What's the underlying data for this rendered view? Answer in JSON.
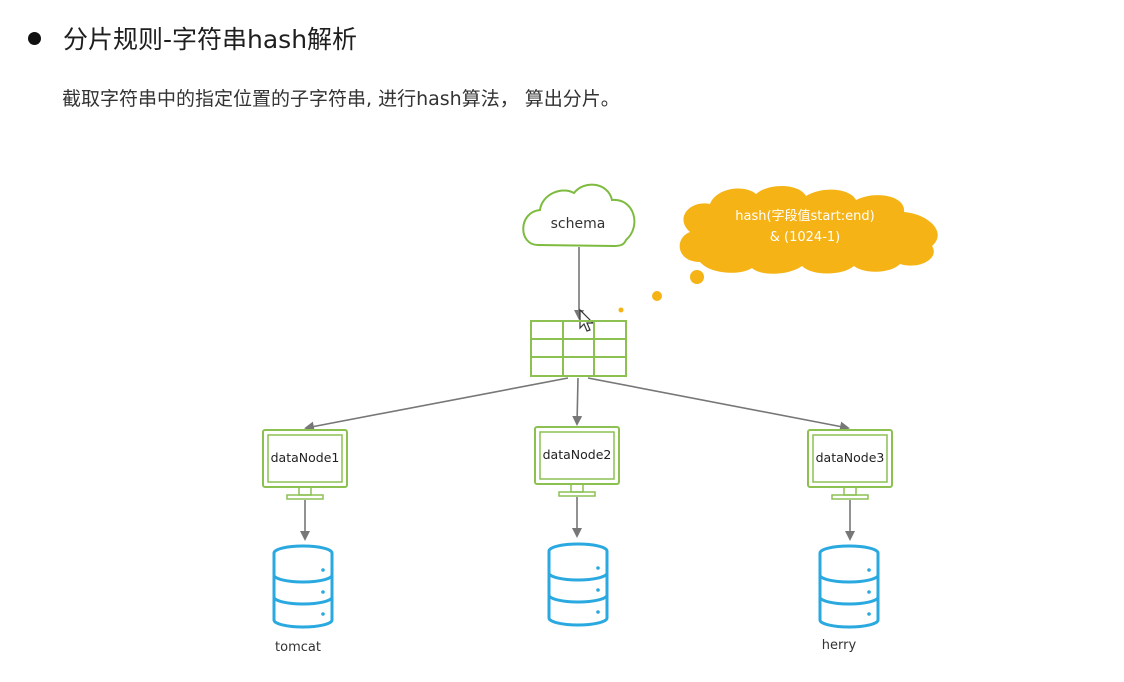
{
  "heading": "分片规则-字符串hash解析",
  "subheading": "截取字符串中的指定位置的子字符串, 进行hash算法， 算出分片。",
  "diagram": {
    "cloud_label": "schema",
    "thought_line1": "hash(字段值start:end)",
    "thought_line2": "& (1024-1)",
    "nodes": [
      {
        "label": "dataNode1",
        "db_label": "tomcat"
      },
      {
        "label": "dataNode2",
        "db_label": ""
      },
      {
        "label": "dataNode3",
        "db_label": "herry"
      }
    ],
    "colors": {
      "cloud_stroke": "#7dbb3f",
      "monitor_stroke": "#8cc152",
      "table_stroke": "#8cc152",
      "thought_fill": "#f5b316",
      "db_stroke": "#29a9e0",
      "arrow": "#777777"
    }
  }
}
